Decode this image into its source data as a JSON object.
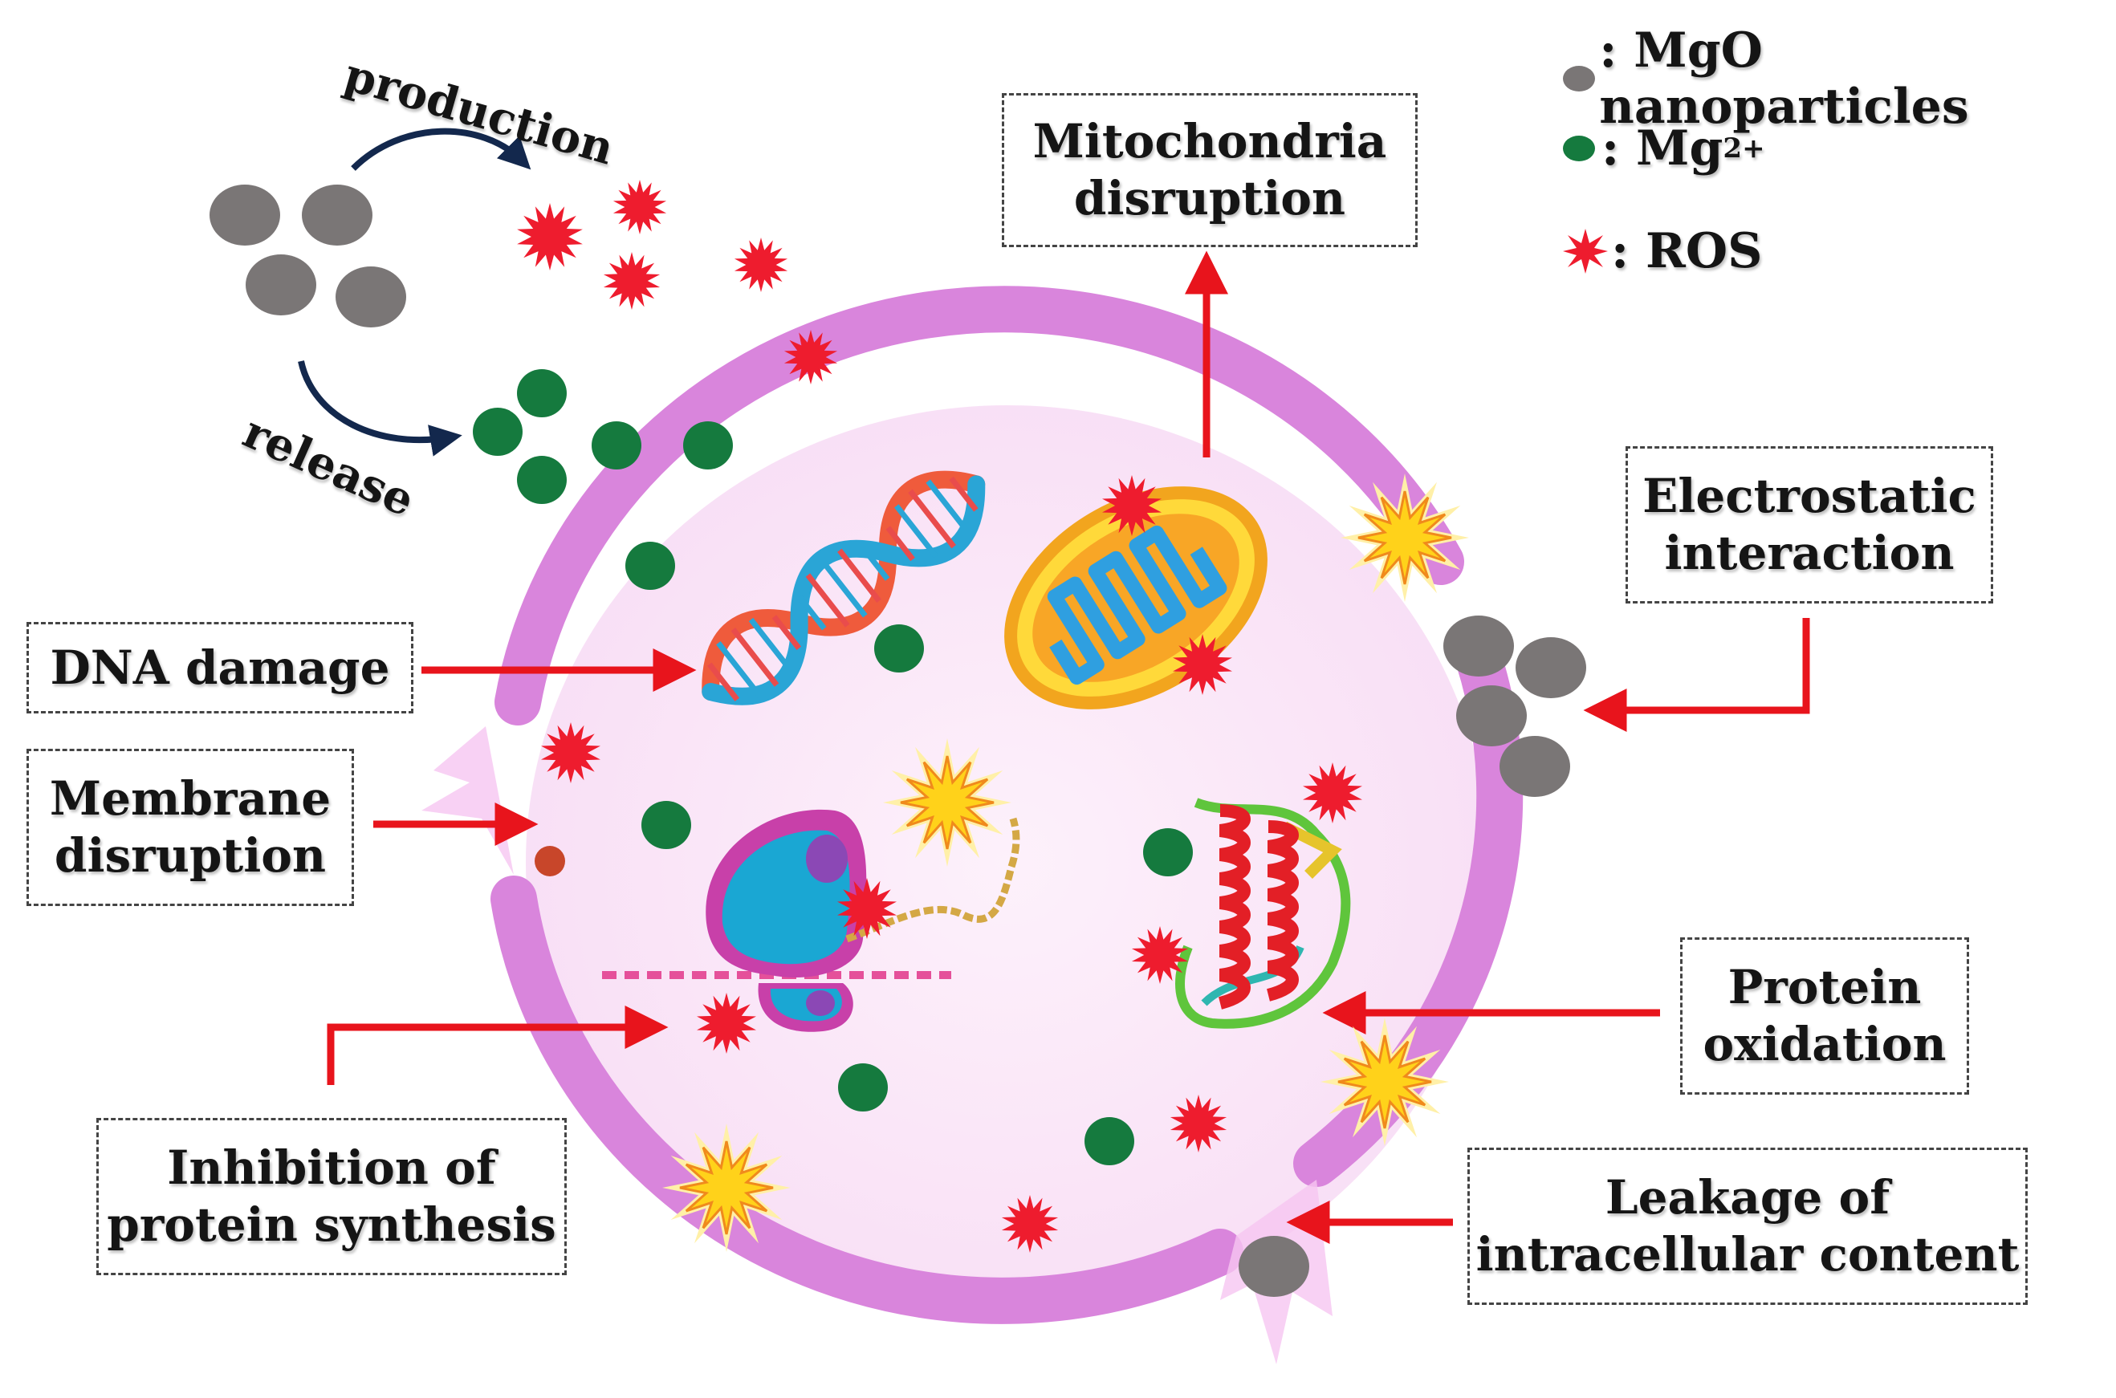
{
  "legend": {
    "nanoparticles": ": MgO nanoparticles",
    "ion_base": ": Mg",
    "ion_charge": "2+",
    "ros": ": ROS"
  },
  "flow": {
    "production": "production",
    "release": "release"
  },
  "labels": {
    "mitochondria": [
      "Mitochondria",
      "disruption"
    ],
    "electrostatic": [
      "Electrostatic",
      "interaction"
    ],
    "dna": [
      "DNA damage"
    ],
    "membrane": [
      "Membrane",
      "disruption"
    ],
    "protein_oxidation": [
      "Protein",
      "oxidation"
    ],
    "inhibition": [
      "Inhibition of",
      "protein synthesis"
    ],
    "leakage": [
      "Leakage of",
      "intracellular content"
    ]
  },
  "colors": {
    "cell_wall": "#d985dc",
    "cytoplasm": "#fbe8f8",
    "nanoparticle": "#7a7676",
    "mg_ion": "#157a3e",
    "ros": "#ee1c2e",
    "spark": "#ffd21a",
    "arrow": "#e8141c",
    "flow_arrow": "#13284d"
  }
}
